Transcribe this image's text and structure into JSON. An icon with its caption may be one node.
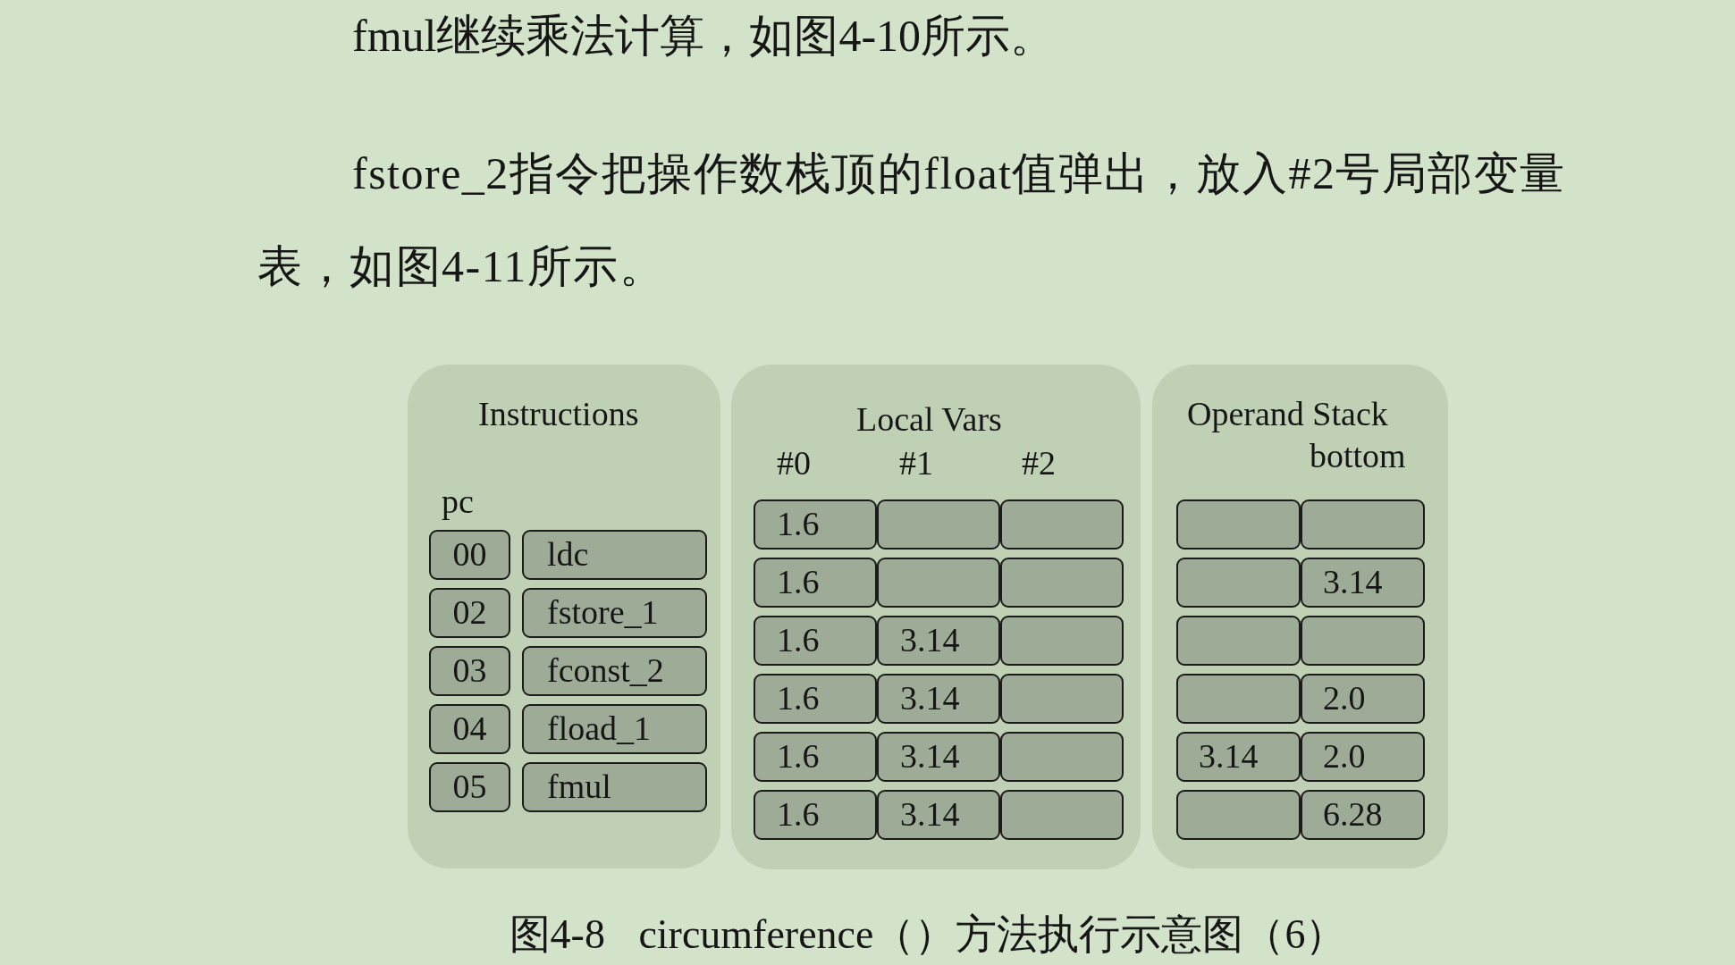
{
  "diagram": {
    "caption": "图4-8 circumference（）方法执行示意图（6）",
    "nodes": [
      {
        "text": [
          "Instructions",
          "pc"
        ]
      },
      {
        "text": [
          "00"
        ],
        "in": 0
      },
      {
        "text": [
          "ldc"
        ],
        "in": 0
      },
      {
        "text": [
          "02"
        ],
        "in": 0
      },
      {
        "text": [
          "fstore_1"
        ],
        "in": 0
      },
      {
        "text": [
          "03"
        ],
        "in": 0
      },
      {
        "text": [
          "fconst_2"
        ],
        "in": 0
      },
      {
        "text": [
          "04"
        ],
        "in": 0
      },
      {
        "text": [
          "fload_1"
        ],
        "in": 0
      },
      {
        "text": [
          "05"
        ],
        "in": 0
      },
      {
        "text": [
          "fmul"
        ],
        "in": 0
      },
      {
        "text": [
          "Local Vars",
          "#0",
          "#1",
          "#2"
        ]
      },
      {
        "text": [
          "1.6"
        ],
        "in": 11
      },
      {
        "text": [],
        "shape": "box",
        "in": 11
      },
      {
        "text": [],
        "shape": "box",
        "in": 11
      },
      {
        "text": [
          "1.6"
        ],
        "in": 11
      },
      {
        "text": [],
        "shape": "box",
        "in": 11
      },
      {
        "text": [],
        "shape": "box",
        "in": 11
      },
      {
        "text": [
          "1.6"
        ],
        "in": 11
      },
      {
        "text": [
          "3.14"
        ],
        "in": 11
      },
      {
        "text": [],
        "shape": "box",
        "in": 11
      },
      {
        "text": [
          "1.6"
        ],
        "in": 11
      },
      {
        "text": [
          "3.14"
        ],
        "in": 11
      },
      {
        "text": [],
        "shape": "box",
        "in": 11
      },
      {
        "text": [
          "1.6"
        ],
        "in": 11
      },
      {
        "text": [
          "3.14"
        ],
        "in": 11
      },
      {
        "text": [],
        "shape": "box",
        "in": 11
      },
      {
        "text": [
          "1.6"
        ],
        "in": 11
      },
      {
        "text": [
          "3.14"
        ],
        "in": 11
      },
      {
        "text": [],
        "shape": "box",
        "in": 11
      },
      {
        "text": [
          "Operand Stack",
          "bottom"
        ]
      },
      {
        "text": [],
        "shape": "box",
        "in": 30
      },
      {
        "text": [],
        "shape": "box",
        "in": 30
      },
      {
        "text": [],
        "shape": "box",
        "in": 30
      },
      {
        "text": [
          "3.14"
        ],
        "in": 30
      },
      {
        "text": [],
        "shape": "box",
        "in": 30
      },
      {
        "text": [],
        "shape": "box",
        "in": 30
      },
      {
        "text": [],
        "shape": "box",
        "in": 30
      },
      {
        "text": [
          "2.0"
        ],
        "in": 30
      },
      {
        "text": [
          "3.14"
        ],
        "in": 30
      },
      {
        "text": [
          "2.0"
        ],
        "in": 30
      },
      {
        "text": [],
        "shape": "box",
        "in": 30
      },
      {
        "text": [
          "6.28"
        ],
        "in": 30
      }
    ],
    "labels": [
      "fmul继续乘法计算，如图4-10所示。",
      "fstore_2指令把操作数栈顶的float值弹出，放入#2号局部变量表，如图4-11所示。"
    ]
  }
}
